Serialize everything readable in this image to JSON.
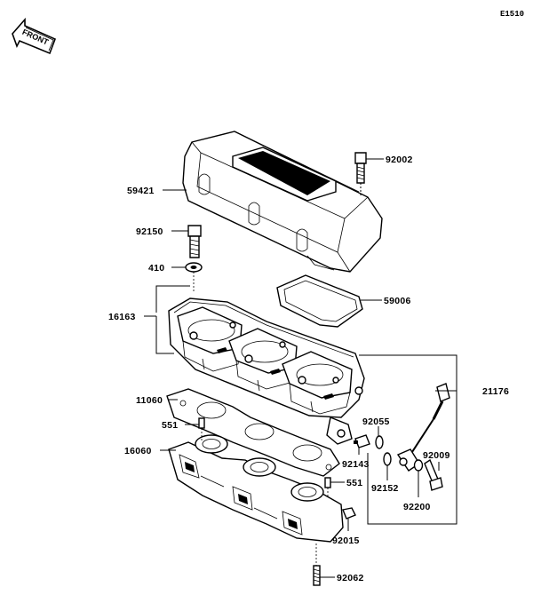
{
  "diagram_code": "E1510",
  "front_label": "FRONT",
  "callouts": {
    "p92002": "92002",
    "p59421": "59421",
    "p92150": "92150",
    "p410": "410",
    "p59006": "59006",
    "p16163": "16163",
    "p11060": "11060",
    "p21176": "21176",
    "p551a": "551",
    "p92055": "92055",
    "p16060": "16060",
    "p92009": "92009",
    "p92143": "92143",
    "p92152": "92152",
    "p551b": "551",
    "p92200": "92200",
    "p92015": "92015",
    "p92062": "92062"
  }
}
